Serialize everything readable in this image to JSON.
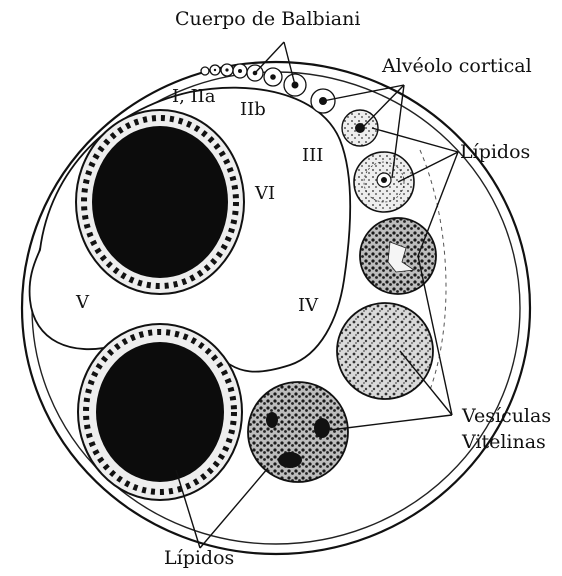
{
  "labels": {
    "balbiani": "Cuerpo de Balbiani",
    "alveolo": "Alvéolo cortical",
    "lipidos_right": "Lípidos",
    "vesiculas_line1": "Vesículas",
    "vesiculas_line2": "Vitelinas",
    "lipidos_bottom": "Lípidos"
  },
  "stages": {
    "s1": "I, IIa",
    "s2": "IIb",
    "s3": "III",
    "s4": "IV",
    "s5": "V",
    "s6": "VI"
  },
  "colors": {
    "ink": "#111111",
    "nucleus": "#0c0c0c",
    "background": "#ffffff"
  }
}
